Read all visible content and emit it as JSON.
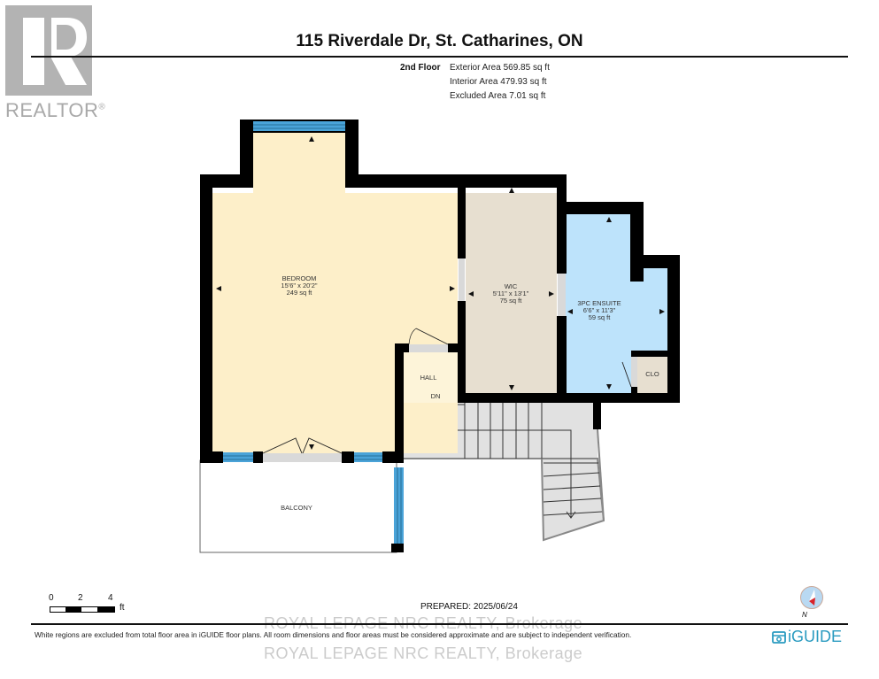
{
  "header": {
    "title": "115 Riverdale Dr, St. Catharines, ON",
    "floor": "2nd Floor",
    "areas": [
      "Exterior Area 569.85 sq ft",
      "Interior Area 479.93 sq ft",
      "Excluded Area 7.01 sq ft"
    ]
  },
  "logo": {
    "realtor_letter": "R",
    "realtor_word": "REALTOR",
    "registered": "®"
  },
  "rooms": {
    "bedroom": {
      "name": "BEDROOM",
      "dims": "15'6\" x 20'2\"",
      "area": "249 sq ft",
      "color": "#fdefc9"
    },
    "wic": {
      "name": "WIC",
      "dims": "5'11\" x 13'1\"",
      "area": "75 sq ft",
      "color": "#e7dfd0"
    },
    "ensuite": {
      "name": "3PC ENSUITE",
      "dims": "6'6\" x 11'3\"",
      "area": "59 sq ft",
      "color": "#bde3fb"
    },
    "clo": {
      "name": "CLO",
      "color": "#e7dfd0"
    },
    "hall": {
      "name": "HALL",
      "color": "#fdf4d9"
    },
    "stairs": {
      "label": "DN",
      "color": "#e1e1e1"
    },
    "balcony": {
      "name": "BALCONY",
      "color": "#ffffff"
    }
  },
  "colors": {
    "wall": "#000000",
    "window": "#4aa3d8",
    "door_floor": "#d9d9d9"
  },
  "scale_bar": {
    "ticks": [
      "0",
      "2",
      "4"
    ],
    "unit": "ft"
  },
  "footer": {
    "prepared": "PREPARED: 2025/06/24",
    "disclaimer": "White regions are excluded from total floor area in iGUIDE floor plans. All room dimensions and floor areas must be considered approximate and are subject to independent verification.",
    "watermark": "ROYAL LEPAGE NRC REALTY, Brokerage",
    "compass_label": "N",
    "brand": "iGUIDE"
  }
}
